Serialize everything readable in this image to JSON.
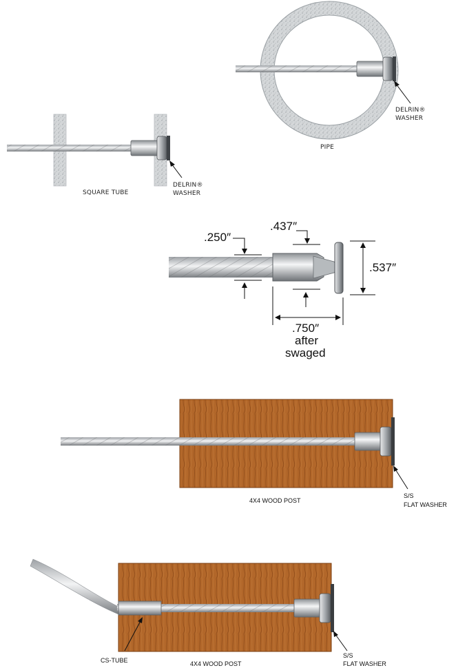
{
  "diagram1": {
    "label": "PIPE",
    "washer_label_1": "DELRIN®",
    "washer_label_2": "WASHER"
  },
  "diagram2": {
    "label": "SQUARE TUBE",
    "washer_label_1": "DELRIN®",
    "washer_label_2": "WASHER"
  },
  "dimensions": {
    "cable_dia": ".250″",
    "body_dia": ".437″",
    "head_dia": ".537″",
    "length": ".750″",
    "length_note_1": "after",
    "length_note_2": "swaged"
  },
  "diagram3": {
    "post_label": "4X4 WOOD POST",
    "washer_label_1": "S/S",
    "washer_label_2": "FLAT WASHER"
  },
  "diagram4": {
    "post_label": "4X4 WOOD POST",
    "tube_label": "CS-TUBE",
    "washer_label_1": "S/S",
    "washer_label_2": "FLAT WASHER"
  },
  "colors": {
    "wood": "#b2672a",
    "wood_grain": "#8a4818",
    "steel": "#c9ccce",
    "steel_dark": "#7d8185",
    "pipe": "#b8bcbf"
  }
}
